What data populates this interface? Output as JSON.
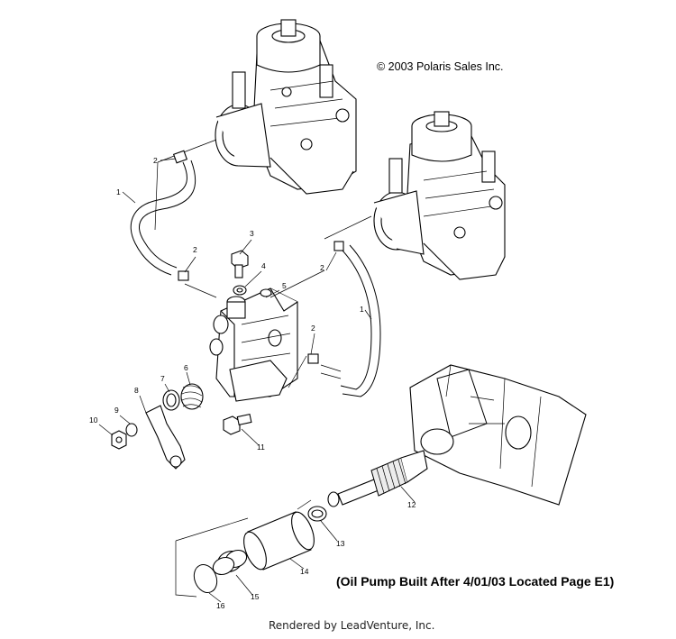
{
  "copyright": "© 2003 Polaris Sales Inc.",
  "note": "(Oil Pump Built After 4/01/03 Located Page E1)",
  "footer": "Rendered by LeadVenture, Inc.",
  "callouts": {
    "c1a": "1",
    "c2a": "2",
    "c2b": "2",
    "c3": "3",
    "c4": "4",
    "c5": "5",
    "c2c": "2",
    "c1b": "1",
    "c2d": "2",
    "c6": "6",
    "c7": "7",
    "c8": "8",
    "c9": "9",
    "c10": "10",
    "c11": "11",
    "c12": "12",
    "c13": "13",
    "c14": "14",
    "c15": "15",
    "c16": "16"
  }
}
